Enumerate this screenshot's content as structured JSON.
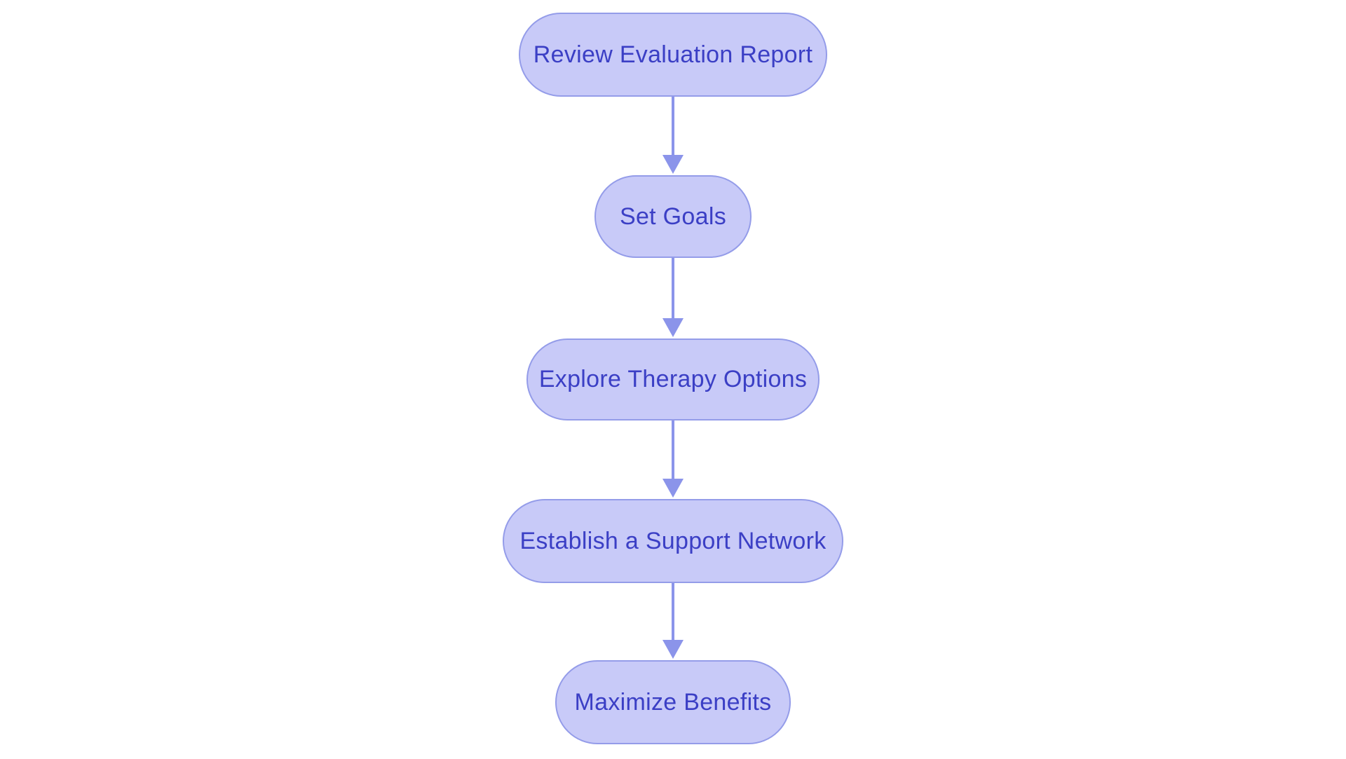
{
  "diagram": {
    "type": "flowchart",
    "direction": "top-down",
    "nodes": [
      {
        "id": "n1",
        "label": "Review Evaluation Report"
      },
      {
        "id": "n2",
        "label": "Set Goals"
      },
      {
        "id": "n3",
        "label": "Explore Therapy Options"
      },
      {
        "id": "n4",
        "label": "Establish a Support Network"
      },
      {
        "id": "n5",
        "label": "Maximize Benefits"
      }
    ],
    "edges": [
      {
        "from": "n1",
        "to": "n2"
      },
      {
        "from": "n2",
        "to": "n3"
      },
      {
        "from": "n3",
        "to": "n4"
      },
      {
        "from": "n4",
        "to": "n5"
      }
    ],
    "colors": {
      "background": "#ffffff",
      "node_fill": "#c8caf8",
      "node_border": "#949ce9",
      "node_text": "#3b3fc5",
      "arrow": "#8b94ea"
    }
  }
}
